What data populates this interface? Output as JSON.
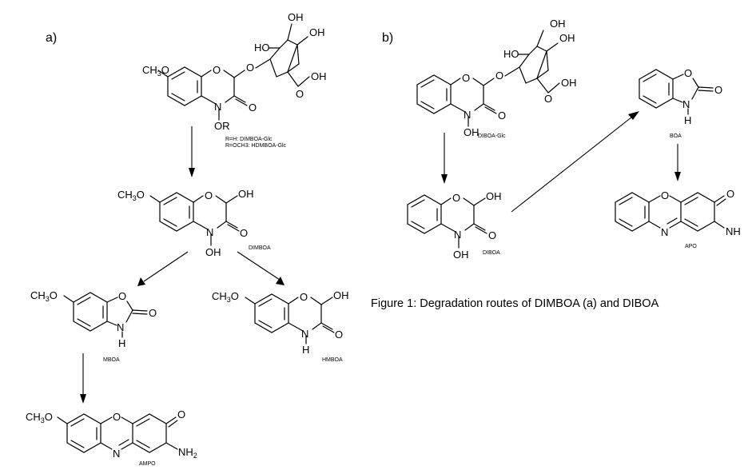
{
  "panels": {
    "a": "a)",
    "b": "b)"
  },
  "figure_caption": "Figure 1: Degradation routes of DIMBOA (a) and DIBOA",
  "compounds": {
    "dimboa_glc": {
      "label_line1": "R=H: DIMBOA-Glc",
      "label_line2": "R=OCH3: HDMBOA-Glc",
      "substituent": "OR"
    },
    "dimboa": {
      "label": "DIMBOA"
    },
    "mboa": {
      "label": "MBOA"
    },
    "hmboa": {
      "label": "HMBOA"
    },
    "ampo": {
      "label": "AMPO"
    },
    "diboa_glc": {
      "label": "DIBOA-Glc"
    },
    "diboa": {
      "label": "DIBOA"
    },
    "boa": {
      "label": "BOA"
    },
    "apo": {
      "label": "APO"
    }
  },
  "atoms": {
    "O": "O",
    "N": "N",
    "H": "H",
    "OH": "OH",
    "HO": "HO",
    "NH": "NH",
    "CH3O_main": "CH",
    "CH3O_sub": "3",
    "CH3O_tail": "O",
    "NH2_main": "NH",
    "NH2_sub": "2"
  }
}
